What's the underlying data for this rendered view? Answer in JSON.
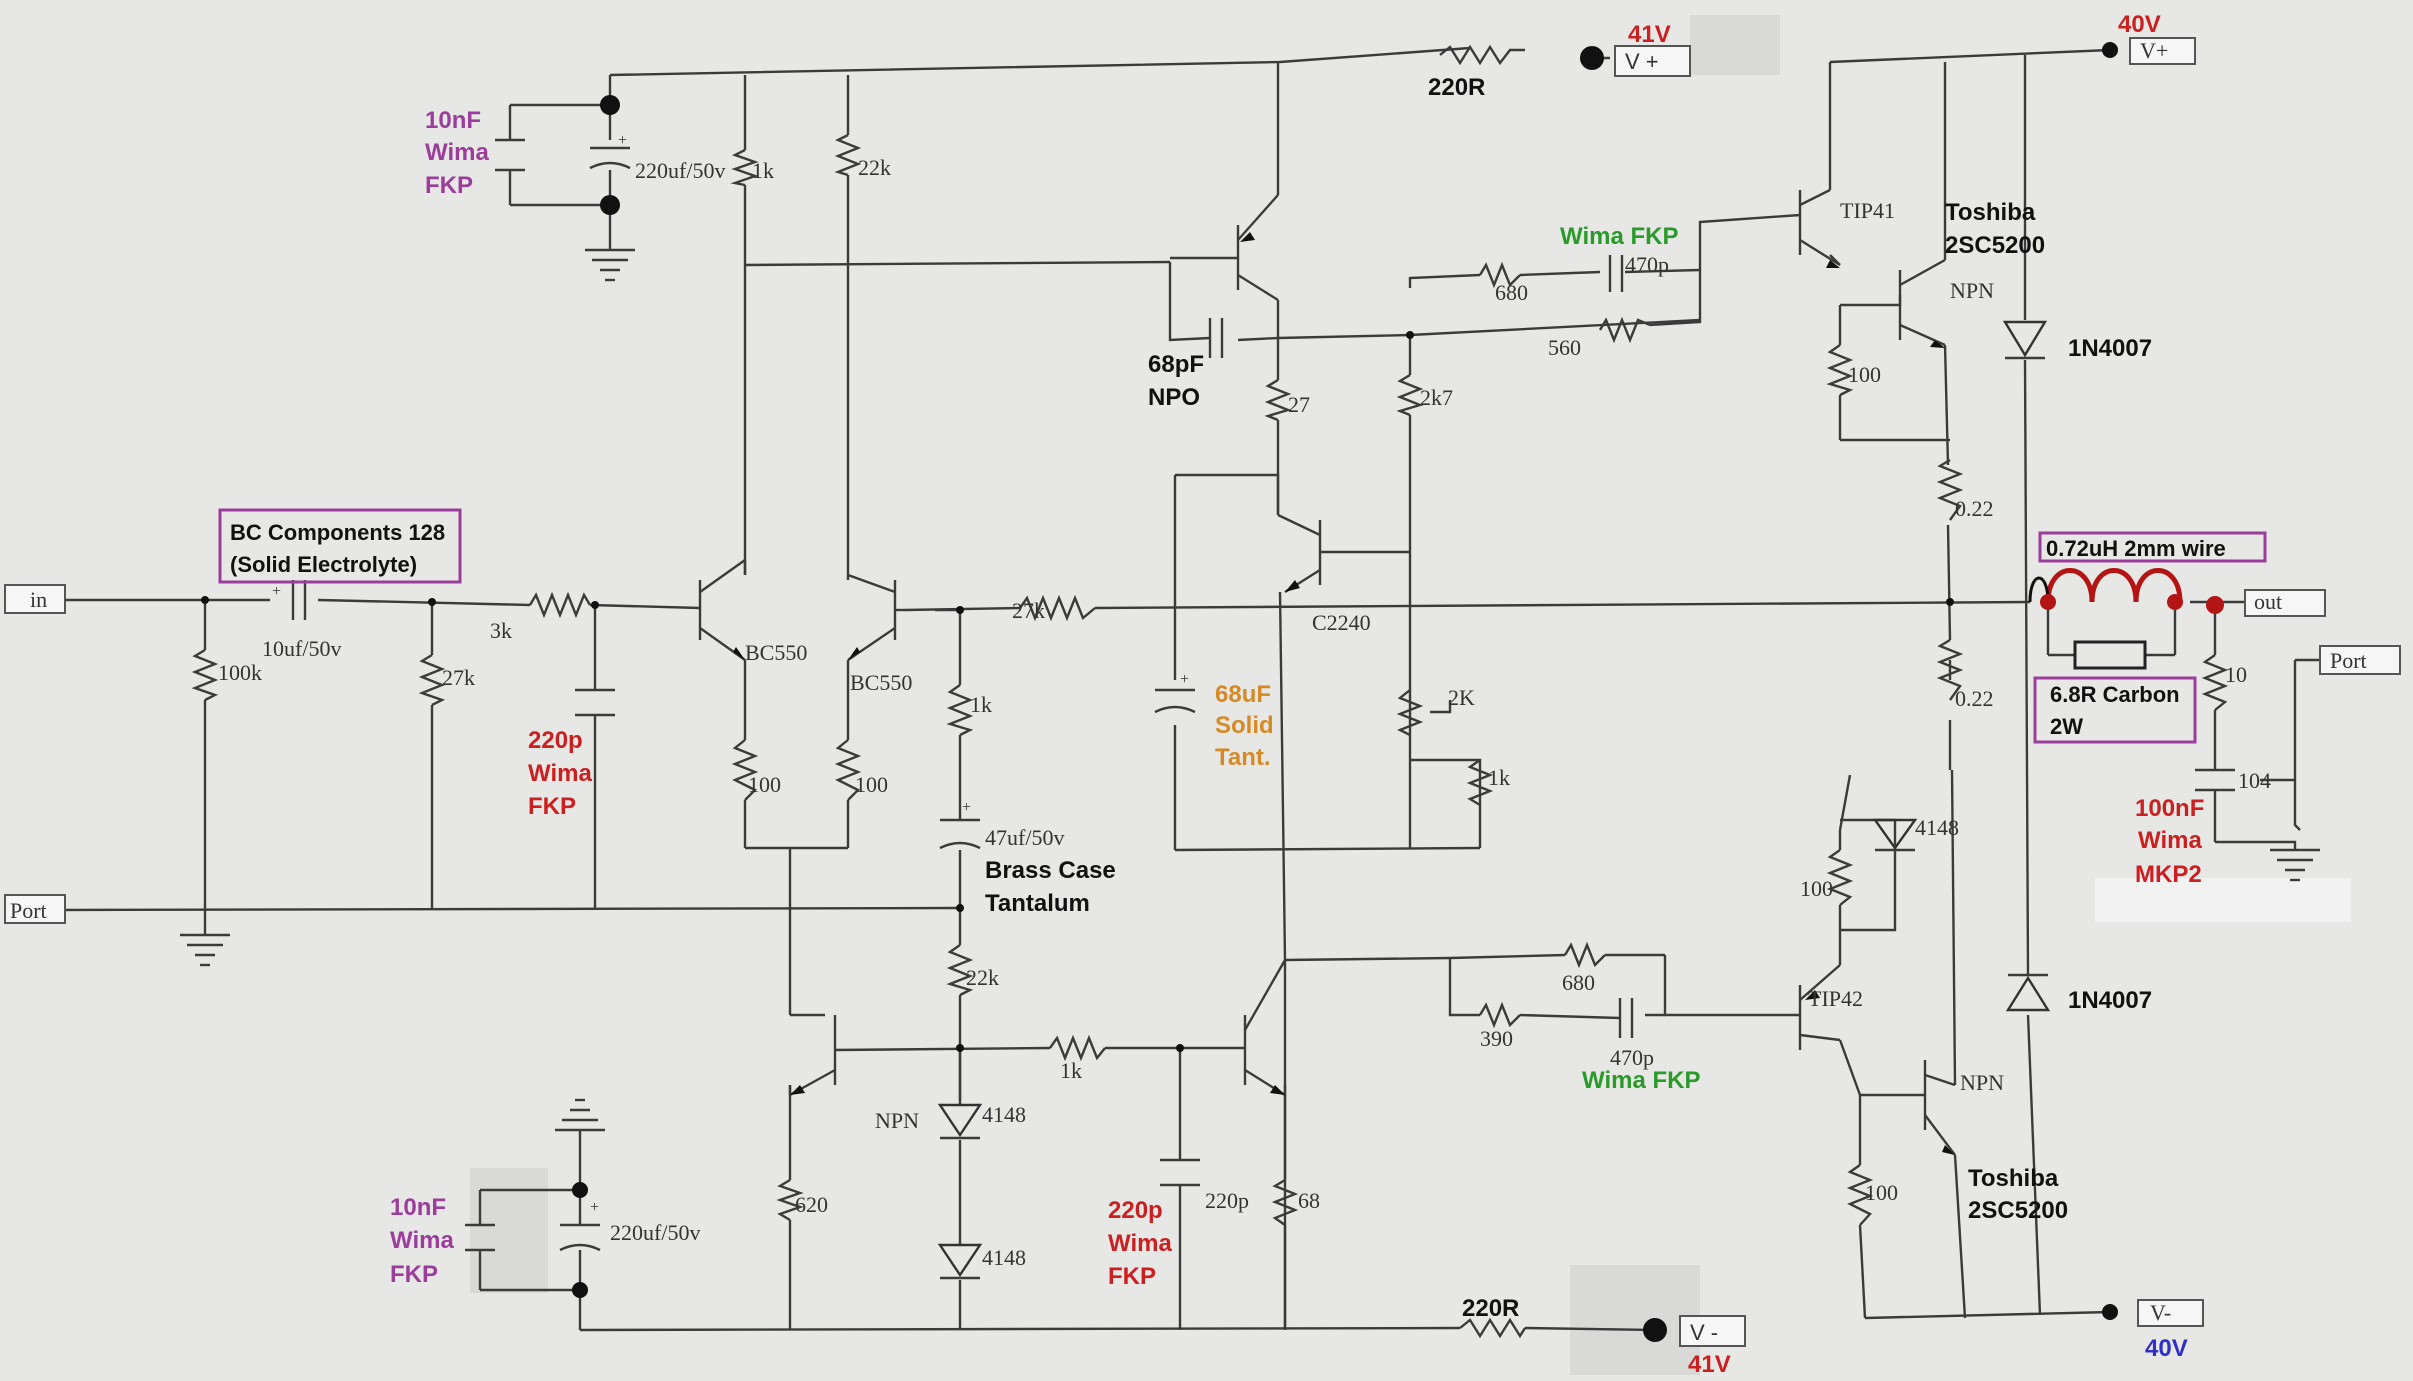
{
  "schematic": {
    "terminals": {
      "in": "in",
      "out": "out",
      "port_left": "Port",
      "port_right": "Port"
    },
    "rails": {
      "vplus_left": "V +",
      "vminus_left": "V -",
      "vplus_right": "V+",
      "vminus_right": "V-"
    },
    "components": {
      "c_in": "10uf/50v",
      "r_in_gnd": "100k",
      "r_3k": "3k",
      "r_27k_gnd": "27k",
      "q1": "BC550",
      "q2": "BC550",
      "r_e1": "100",
      "r_e2": "100",
      "r_1k_top": "1k",
      "r_22k_top": "22k",
      "c_supply_top": "220uf/50v",
      "c_supply_bot": "220uf/50v",
      "r_fb": "27k",
      "r_1k_mid": "1k",
      "c_47u": "47uf/50v",
      "r_22k_bot": "22k",
      "d_4148_a": "4148",
      "d_4148_b": "4148",
      "npn_label_left": "NPN",
      "r_1k_bot": "1k",
      "r_620": "620",
      "c_220p_bot": "220p",
      "r_68": "68",
      "r_27": "27",
      "q_vas": "C2240",
      "r_2k7": "2k7",
      "pot_2k": "2K",
      "r_1k_bias": "1k",
      "r_680_top": "680",
      "r_560": "560",
      "c_470p_top": "470p",
      "r_680_bot": "680",
      "r_390": "390",
      "c_470p_bot": "470p",
      "q_tip41": "TIP41",
      "q_tip42": "TIP42",
      "npn_top": "NPN",
      "npn_bot": "NPN",
      "r_100_top": "100",
      "r_100_mid": "100",
      "r_100_bot": "100",
      "d_4148_c": "4148",
      "r_022_top": "0.22",
      "r_022_bot": "0.22",
      "r_10": "10",
      "c_104": "104"
    },
    "notes": {
      "wima_10nf_top": [
        "10nF",
        "Wima",
        "FKP"
      ],
      "wima_10nf_bot": [
        "10nF",
        "Wima",
        "FKP"
      ],
      "bc_components": [
        "BC Components 128",
        "(Solid Electrolyte)"
      ],
      "wima_220p_left": [
        "220p",
        "Wima",
        "FKP"
      ],
      "wima_220p_bot": [
        "220p",
        "Wima",
        "FKP"
      ],
      "c68pf": [
        "68pF",
        "NPO"
      ],
      "tant_68uf": [
        "68uF",
        "Solid",
        "Tant."
      ],
      "brass_case": [
        "Brass Case",
        "Tantalum"
      ],
      "wima_fkp_top": "Wima FKP",
      "wima_fkp_bot": "Wima FKP",
      "toshiba_top": [
        "Toshiba",
        "2SC5200"
      ],
      "toshiba_bot": [
        "Toshiba",
        "2SC5200"
      ],
      "diode_top": "1N4007",
      "diode_bot": "1N4007",
      "inductor": "0.72uH 2mm wire",
      "carbon_res": [
        "6.8R Carbon",
        "2W"
      ],
      "wima_100nf": [
        "100nF",
        "Wima",
        "MKP2"
      ],
      "r_220_top": "220R",
      "r_220_bot": "220R",
      "v41_top": "41V",
      "v41_bot": "41V",
      "v40_top": "40V",
      "v40_bot": "40V"
    },
    "colors": {
      "purple": "#9b3d9b",
      "red": "#cc1f1f",
      "green": "#2a9a2a",
      "orange": "#d58a26",
      "blue": "#3030c8"
    }
  }
}
